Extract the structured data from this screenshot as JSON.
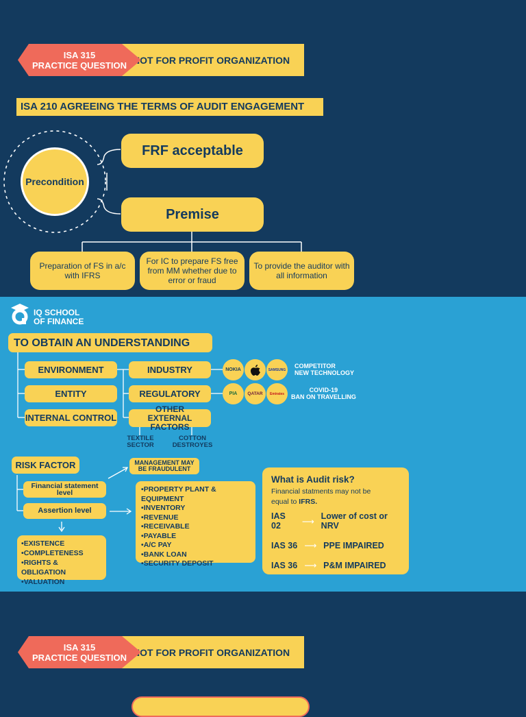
{
  "banner_top": {
    "left_text": "ISA 315\nPRACTICE QUESTION",
    "right_text": "NOT FOR PROFIT ORGANIZATION"
  },
  "banner_bottom": {
    "left_text": "ISA 315\nPRACTICE QUESTION",
    "right_text": "NOT FOR PROFIT ORGANIZATION"
  },
  "isa210": {
    "title": "ISA 210 AGREEING THE TERMS OF AUDIT ENGAGEMENT",
    "precondition": "Precondition",
    "frf": "FRF acceptable",
    "premise": "Premise",
    "cards": [
      "Preparation of FS in a/c with IFRS",
      "For IC to prepare FS free from MM whether due to error or fraud",
      "To provide the auditor with all information"
    ]
  },
  "iq": {
    "logo_line1": "IQ SCHOOL",
    "logo_line2": "OF FINANCE",
    "understanding_title": "TO OBTAIN AN UNDERSTANDING",
    "left_tags": [
      "ENVIRONMENT",
      "ENTITY",
      "INTERNAL CONTROL"
    ],
    "industry": "INDUSTRY",
    "regulatory": "REGULATORY",
    "other_external": "OTHER EXTERNAL FACTORS",
    "industry_logos": [
      "NOKIA",
      "",
      "SAMSUNG"
    ],
    "regulatory_logos": [
      "PIA",
      "QATAR",
      "Emirates"
    ],
    "industry_note": "COMPETITOR\nNEW TECHNOLOGY",
    "regulatory_note": "COVID-19\nBAN ON TRAVELLING",
    "textile": "TEXTILE\nSECTOR",
    "cotton": "COTTON\nDESTROYES",
    "risk_factor": "RISK FACTOR",
    "fs_level": "Financial statement level",
    "assertion_level": "Assertion level",
    "management": "MANAGEMENT MAY\nBE FRAUDULENT",
    "assertions": [
      "EXISTENCE",
      "COMPLETENESS",
      "RIGHTS & OBLIGATION",
      "VALUATION"
    ],
    "accounts": [
      "PROPERTY PLANT & EQUIPMENT",
      "INVENTORY",
      "REVENUE",
      "RECEIVABLE",
      "PAYABLE",
      "A/C PAY",
      "BANK LOAN",
      "SECURITY DEPOSIT"
    ],
    "audit_risk": {
      "title": "What is Audit risk?",
      "subtitle_pre": "Financial statments may not be equal to ",
      "subtitle_bold": "IFRS.",
      "rows": [
        {
          "std": "IAS 02",
          "result": "Lower of cost or NRV"
        },
        {
          "std": "IAS 36",
          "result": "PPE IMPAIRED"
        },
        {
          "std": "IAS 36",
          "result": "P&M IMPAIRED"
        }
      ]
    }
  }
}
